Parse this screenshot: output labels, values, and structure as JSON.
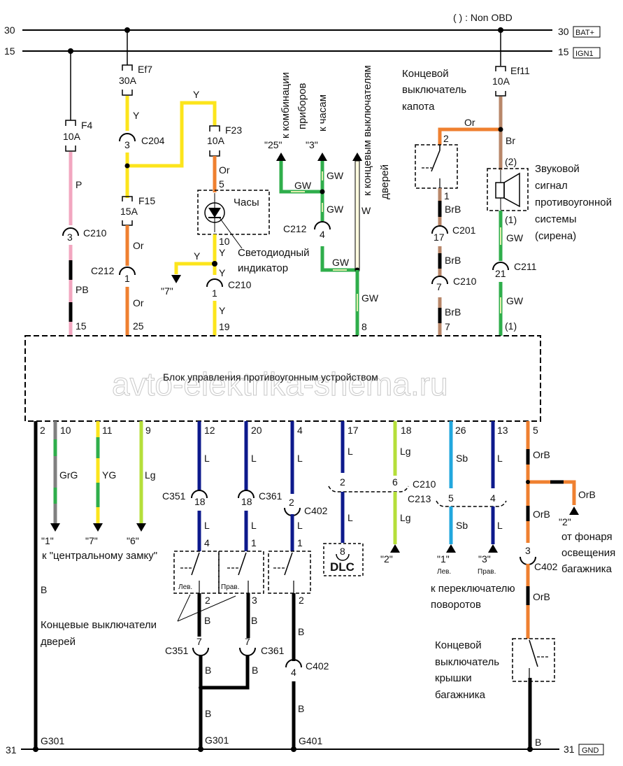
{
  "diagram": {
    "note": "( ) : Non OBD",
    "watermark": "avto-elektrika-shema.ru",
    "ecu_label": "Блок управления противоугонным устройством",
    "rails": {
      "bat": {
        "left_num": "30",
        "right_num": "30",
        "tag": "BAT+"
      },
      "ign": {
        "left_num": "15",
        "right_num": "15",
        "tag": "IGN1"
      },
      "gnd": {
        "left_num": "31",
        "right_num": "31",
        "tag": "GND"
      }
    },
    "colors": {
      "Y": "#fce51c",
      "Or": "#ef8030",
      "P": "#f2a7c0",
      "B": "#000000",
      "GW_g": "#2fae4b",
      "GW_w": "#e6f0b0",
      "Br": "#b8876a",
      "L": "#0d1a8c",
      "Lg": "#b5df3a",
      "Sb": "#22a7de",
      "Gr": "#808080",
      "W_fill": "#fffbe0"
    },
    "fuses": [
      {
        "name": "F4",
        "rating": "10A"
      },
      {
        "name": "Ef7",
        "rating": "30A"
      },
      {
        "name": "F23",
        "rating": "10A"
      },
      {
        "name": "F15",
        "rating": "15A"
      },
      {
        "name": "Ef11",
        "rating": "10A"
      }
    ],
    "top": {
      "wire_labels": {
        "p": "P",
        "pb": "PB",
        "y1": "Y",
        "y_top": "Y",
        "or1": "Or",
        "or2": "Or",
        "or_f23": "Or",
        "y_clock1": "Y",
        "y_clock2": "Y",
        "y_branch": "Y",
        "y_19": "Y",
        "gw1": "GW",
        "gw2": "GW",
        "gw3": "GW",
        "gw4": "GW",
        "w": "W",
        "gw5": "GW",
        "or_hood": "Or",
        "br": "Br",
        "brb1": "BrB",
        "brb2": "BrB",
        "brb3": "BrB",
        "gw_s1": "GW",
        "gw_s2": "GW"
      },
      "connectors": {
        "c210_p": {
          "name": "C210",
          "pin": "3"
        },
        "c204": {
          "name": "C204",
          "pin": "3"
        },
        "c212_or": {
          "name": "C212",
          "pin": "1"
        },
        "c210_y": {
          "name": "C210",
          "pin": "1"
        },
        "c212_gw": {
          "name": "C212",
          "pin": "4"
        },
        "c201": {
          "name": "C201",
          "pin": "17"
        },
        "c210_brb": {
          "name": "C210",
          "pin": "7"
        },
        "c211": {
          "name": "C211",
          "pin": "21"
        }
      },
      "pins": {
        "clock_in": "5",
        "clock_out": "10",
        "hood_sw_top": "2",
        "hood_sw_bot": "1",
        "siren_top": "(2)",
        "siren_bot": "(1)"
      },
      "ecu_pins": [
        "15",
        "25",
        "19",
        "8",
        "7",
        "(1)"
      ],
      "refs": {
        "to_cluster": "\"25\"",
        "to_clock": "\"3\"",
        "branch7": "\"7\""
      },
      "vertical_texts": {
        "cluster_line1": "к комбинации",
        "cluster_line2": "приборов",
        "clock": "к часам",
        "doors_line1": "к концевым выключателям",
        "doors_line2": "дверей"
      },
      "components": {
        "clock": "Часы",
        "led_line1": "Светодиодный",
        "led_line2": "индикатор",
        "hood_line1": "Концевой",
        "hood_line2": "выключатель",
        "hood_line3": "капота",
        "siren_line1": "Звуковой",
        "siren_line2": "сигнал",
        "siren_line3": "противоугонной",
        "siren_line4": "системы",
        "siren_line5": "(сирена)"
      }
    },
    "bottom": {
      "ecu_pins": [
        "2",
        "10",
        "11",
        "9",
        "12",
        "20",
        "4",
        "17",
        "18",
        "26",
        "13",
        "5"
      ],
      "wire_labels": {
        "grg": "GrG",
        "yg": "YG",
        "lg": "Lg",
        "b_main": "B",
        "l12a": "L",
        "l12b": "L",
        "l20a": "L",
        "l20b": "L",
        "l4a": "L",
        "l4b": "L",
        "l17a": "L",
        "l17b": "L",
        "lg18a": "Lg",
        "lg18b": "Lg",
        "sb26a": "Sb",
        "sb26b": "Sb",
        "l13a": "L",
        "l13b": "L",
        "orb1": "OrB",
        "orb2": "OrB",
        "orb_branch": "OrB",
        "orb3": "OrB",
        "b_l": "B",
        "b_r": "B",
        "b_l2": "B",
        "b_r2": "B",
        "b_join": "B",
        "b_c402a": "B",
        "b_c402b": "B",
        "b_trunk": "B"
      },
      "connectors": {
        "c351a": {
          "name": "C351",
          "pin": "18"
        },
        "c361a": {
          "name": "C361",
          "pin": "18"
        },
        "c402a": {
          "name": "C402",
          "pin": "2"
        },
        "c210": {
          "name": "C210",
          "pin_l": "2",
          "pin_lg": "6"
        },
        "c213": {
          "name": "C213",
          "pin_sb": "5",
          "pin_l": "4"
        },
        "c402b": {
          "name": "C402",
          "pin": "3"
        },
        "c351b": {
          "name": "C351",
          "pin": "7"
        },
        "c361b": {
          "name": "C361",
          "pin": "7"
        },
        "c402c": {
          "name": "C402",
          "pin": "4"
        },
        "dlc": {
          "name": "DLC",
          "pin": "8"
        }
      },
      "switch_pins": {
        "left_top": "4",
        "right_top": "1",
        "third_top": "1",
        "left_bot": "2",
        "right_bot": "3",
        "third_bot": "2"
      },
      "switch_labels": {
        "left": "Лев.",
        "right": "Прав."
      },
      "refs": {
        "r1": "\"1\"",
        "r7": "\"7\"",
        "r6": "\"6\"",
        "r2": "\"2\"",
        "turn1": "\"1\"",
        "turn3": "\"3\"",
        "trunk2": "\"2\""
      },
      "texts": {
        "central_lock": "к \"центральному замку\"",
        "turn_left": "Лев.",
        "turn_right": "Прав.",
        "turn_line1": "к переключателю",
        "turn_line2": "поворотов",
        "door_sw_line1": "Концевые выключатели",
        "door_sw_line2": "дверей",
        "trunk_light1": "от фонаря",
        "trunk_light2": "освещения",
        "trunk_light3": "багажника",
        "trunk_sw1": "Концевой",
        "trunk_sw2": "выключатель",
        "trunk_sw3": "крышки",
        "trunk_sw4": "багажника"
      },
      "grounds": [
        "G301",
        "G301",
        "G401"
      ],
      "gnd_wire": "B"
    }
  }
}
